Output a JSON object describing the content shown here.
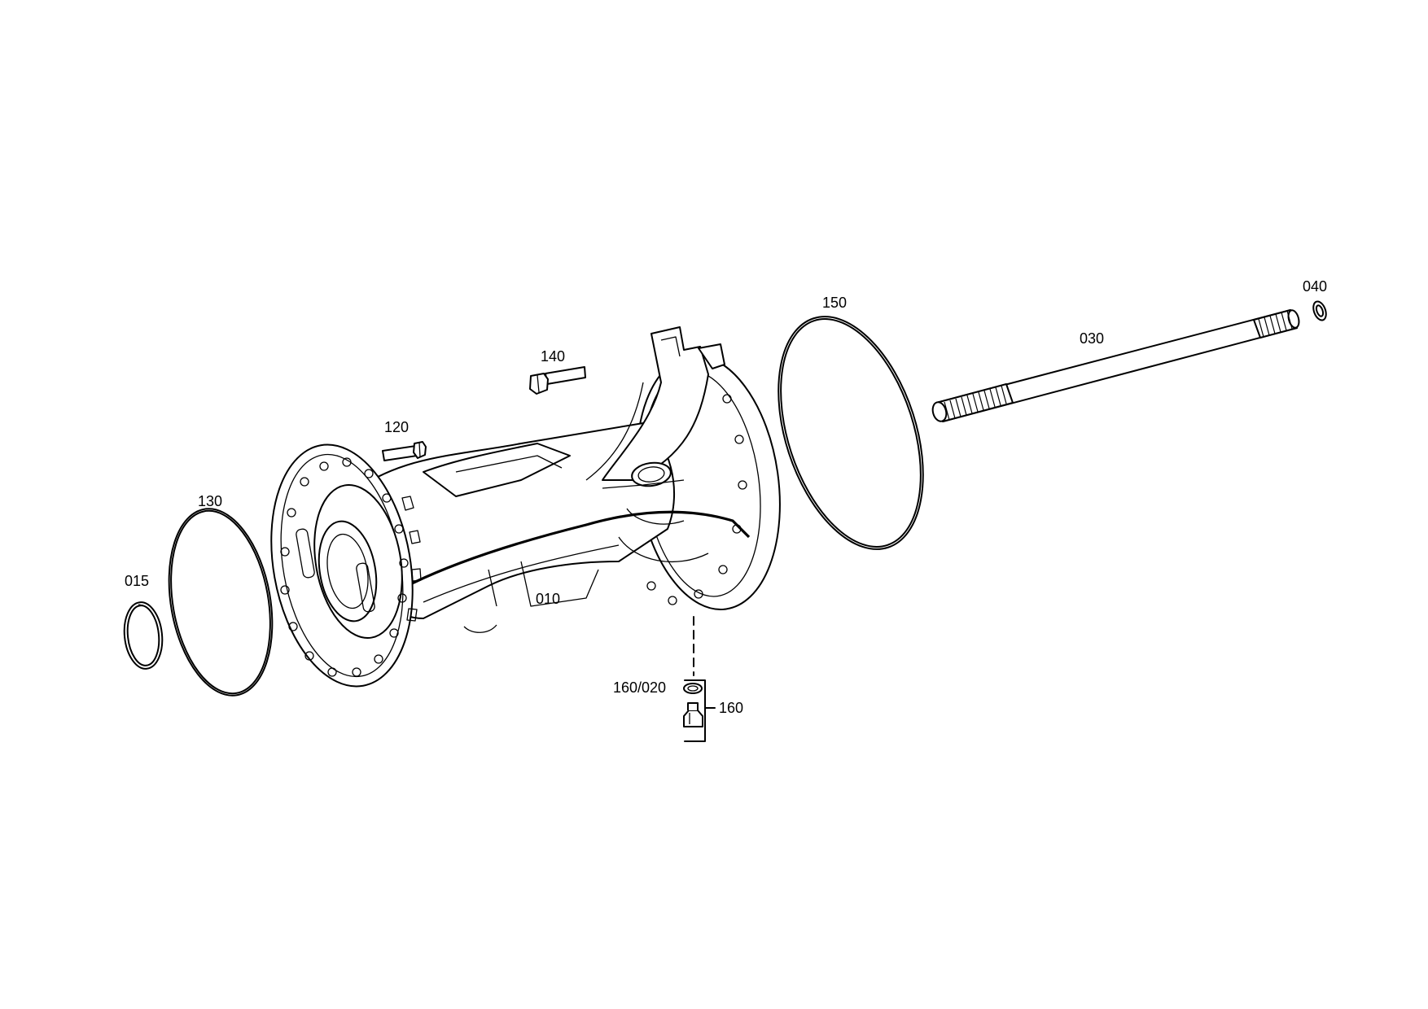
{
  "drawing": {
    "labels": {
      "p010": "010",
      "p015": "015",
      "p030": "030",
      "p040": "040",
      "p120": "120",
      "p130": "130",
      "p140": "140",
      "p150": "150",
      "p160": "160",
      "p160_020": "160/020"
    },
    "line_color": "#000000",
    "background": "#ffffff"
  }
}
